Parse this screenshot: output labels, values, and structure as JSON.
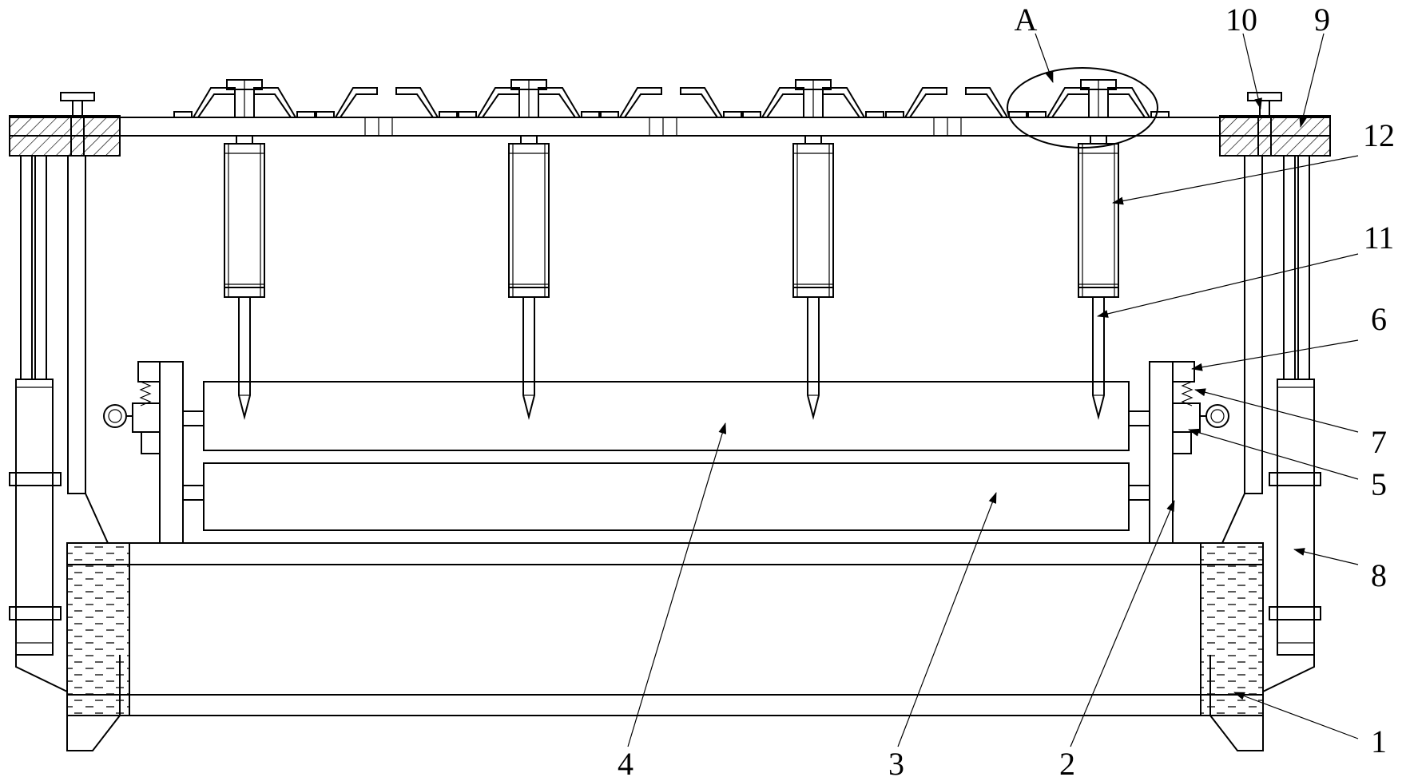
{
  "diagram": {
    "labels": {
      "A": "A",
      "n1": "1",
      "n2": "2",
      "n3": "3",
      "n4": "4",
      "n5": "5",
      "n6": "6",
      "n7": "7",
      "n8": "8",
      "n9": "9",
      "n10": "10",
      "n11": "11",
      "n12": "12"
    }
  }
}
